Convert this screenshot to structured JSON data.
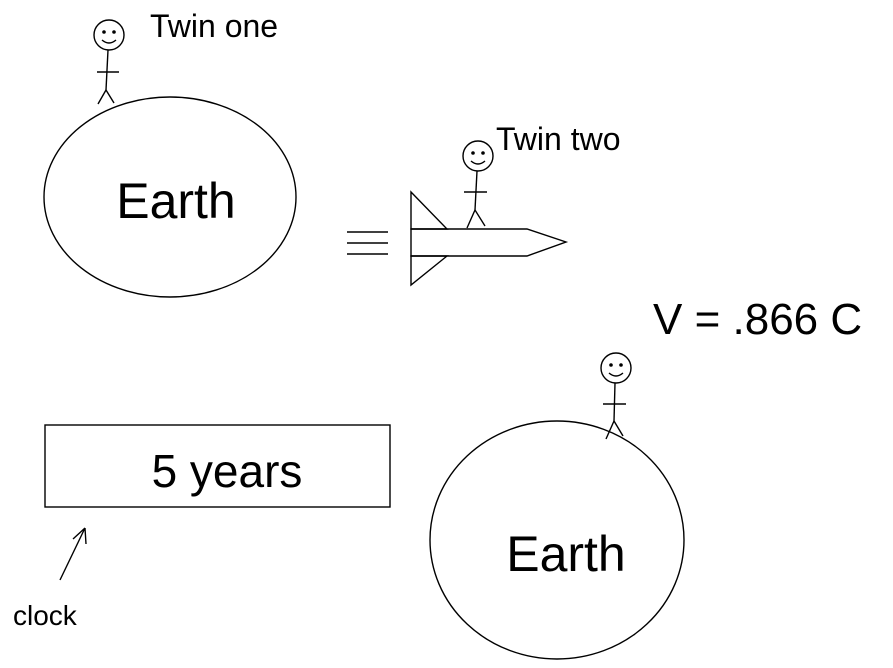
{
  "labels": {
    "twin_one": "Twin one",
    "twin_two": "Twin two",
    "earth_top": "Earth",
    "earth_bottom": "Earth",
    "velocity": "V = .866 C",
    "clock_reading": "5 years",
    "clock_label": "clock"
  },
  "colors": {
    "ink": "#000000",
    "background": "#ffffff"
  }
}
